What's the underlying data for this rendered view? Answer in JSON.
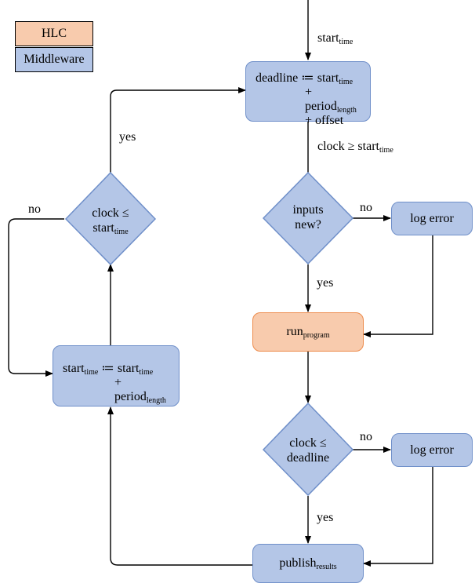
{
  "colors": {
    "middleware_fill": "#b4c6e7",
    "middleware_stroke": "#6f8fc9",
    "hlc_fill": "#f8cbad",
    "hlc_stroke": "#ed8b4b",
    "arrow": "#000000"
  },
  "legend": {
    "hlc": "HLC",
    "middleware": "Middleware"
  },
  "nodes": {
    "deadline": {
      "lhs": "deadline ≔ start",
      "lhs_sub": "time",
      "l2": "+ period",
      "l2_sub": "length",
      "l3": "+ offset"
    },
    "inputs_new": {
      "l1": "inputs",
      "l2": "new?"
    },
    "log_error_1": {
      "text": "log error"
    },
    "run_program": {
      "text": "run",
      "sub": "program"
    },
    "clock_deadline": {
      "l1": "clock ≤",
      "l2": "deadline"
    },
    "log_error_2": {
      "text": "log error"
    },
    "publish": {
      "text": "publish",
      "sub": "results"
    },
    "start_update": {
      "lhs": "start",
      "lhs_sub": "time",
      "op": " ≔ start",
      "op_sub": "time",
      "l2": "+ period",
      "l2_sub": "length"
    },
    "clock_start": {
      "l1": "clock ≤",
      "l2": "start",
      "l2_sub": "time"
    }
  },
  "edge_labels": {
    "entry": {
      "text": "start",
      "sub": "time"
    },
    "after_deadline": {
      "text": "clock ≥ start",
      "sub": "time"
    },
    "inputs_no": "no",
    "inputs_yes": "yes",
    "deadline_no": "no",
    "deadline_yes": "yes",
    "loop_yes": "yes",
    "loop_no": "no"
  }
}
